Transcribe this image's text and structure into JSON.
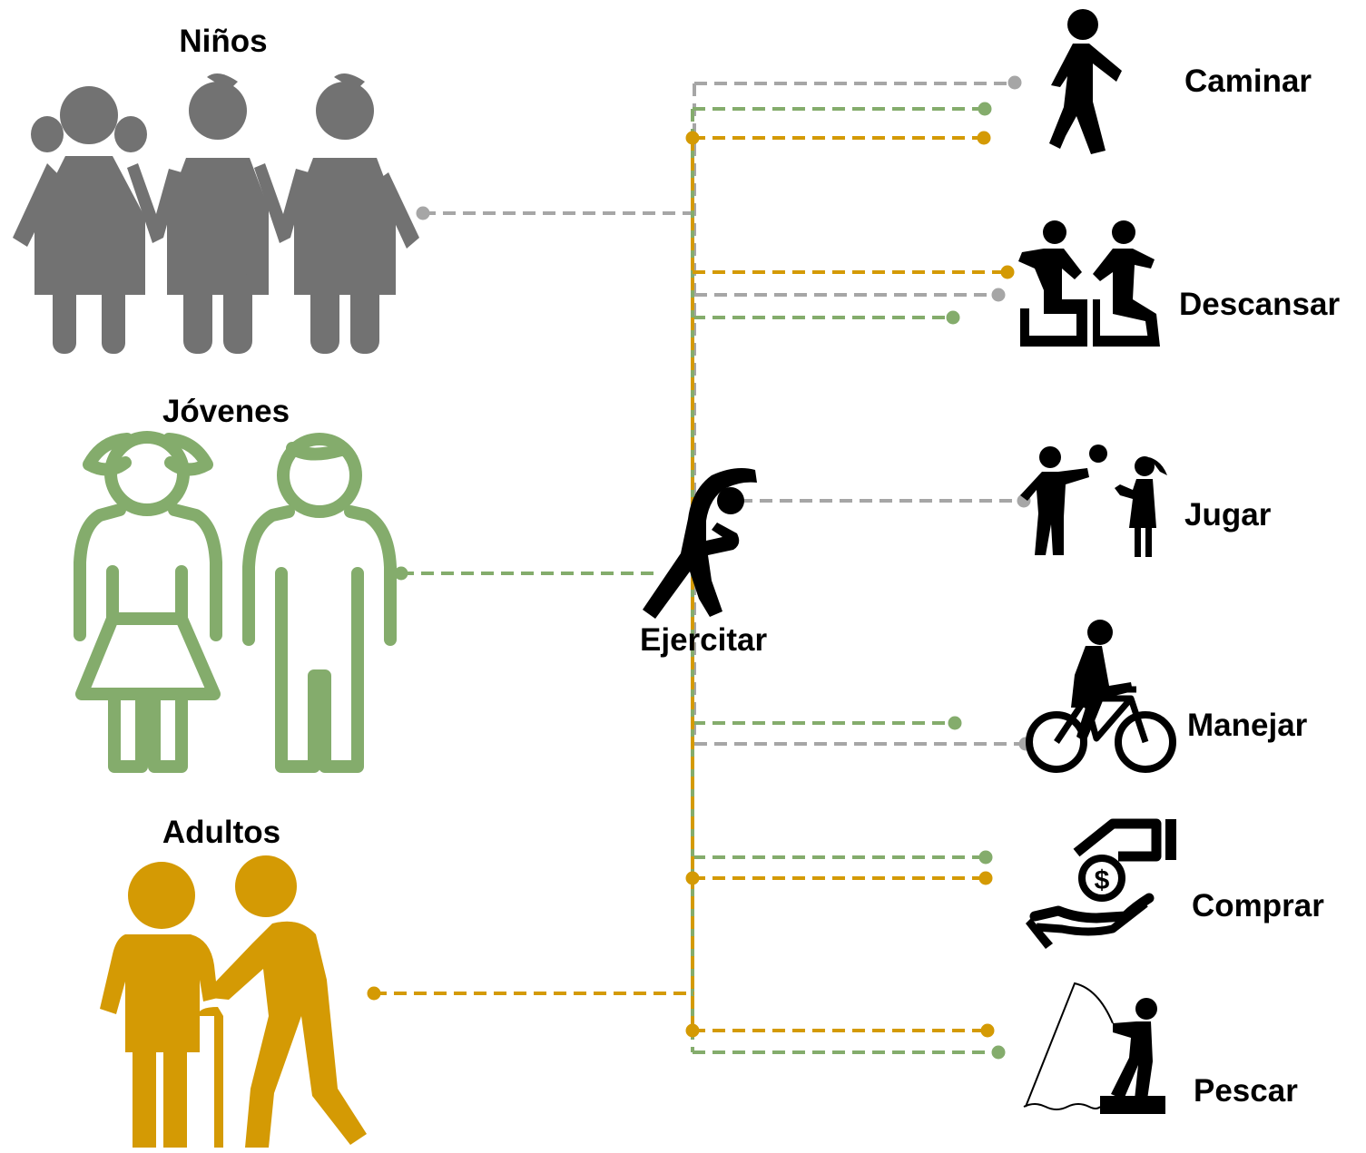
{
  "colors": {
    "ninos": "#727272",
    "jovenes": "#84ac6c",
    "adultos": "#d49a04",
    "connector_gray": "#a6a6a6",
    "icon_black": "#000000"
  },
  "groups": {
    "ninos": {
      "label": "Niños",
      "icon": "children-group-icon"
    },
    "jovenes": {
      "label": "Jóvenes",
      "icon": "youth-pair-outline-icon"
    },
    "adultos": {
      "label": "Adultos",
      "icon": "elderly-couple-icon"
    }
  },
  "center": {
    "label": "Ejercitar",
    "icon": "exercise-stretch-icon"
  },
  "activities": {
    "caminar": {
      "label": "Caminar",
      "icon": "walking-person-icon"
    },
    "descansar": {
      "label": "Descansar",
      "icon": "people-sitting-icon"
    },
    "jugar": {
      "label": "Jugar",
      "icon": "children-playing-ball-icon"
    },
    "manejar": {
      "label": "Manejar",
      "icon": "person-cycling-icon"
    },
    "comprar": {
      "label": "Comprar",
      "icon": "hand-money-icon"
    },
    "pescar": {
      "label": "Pescar",
      "icon": "person-fishing-icon"
    }
  }
}
